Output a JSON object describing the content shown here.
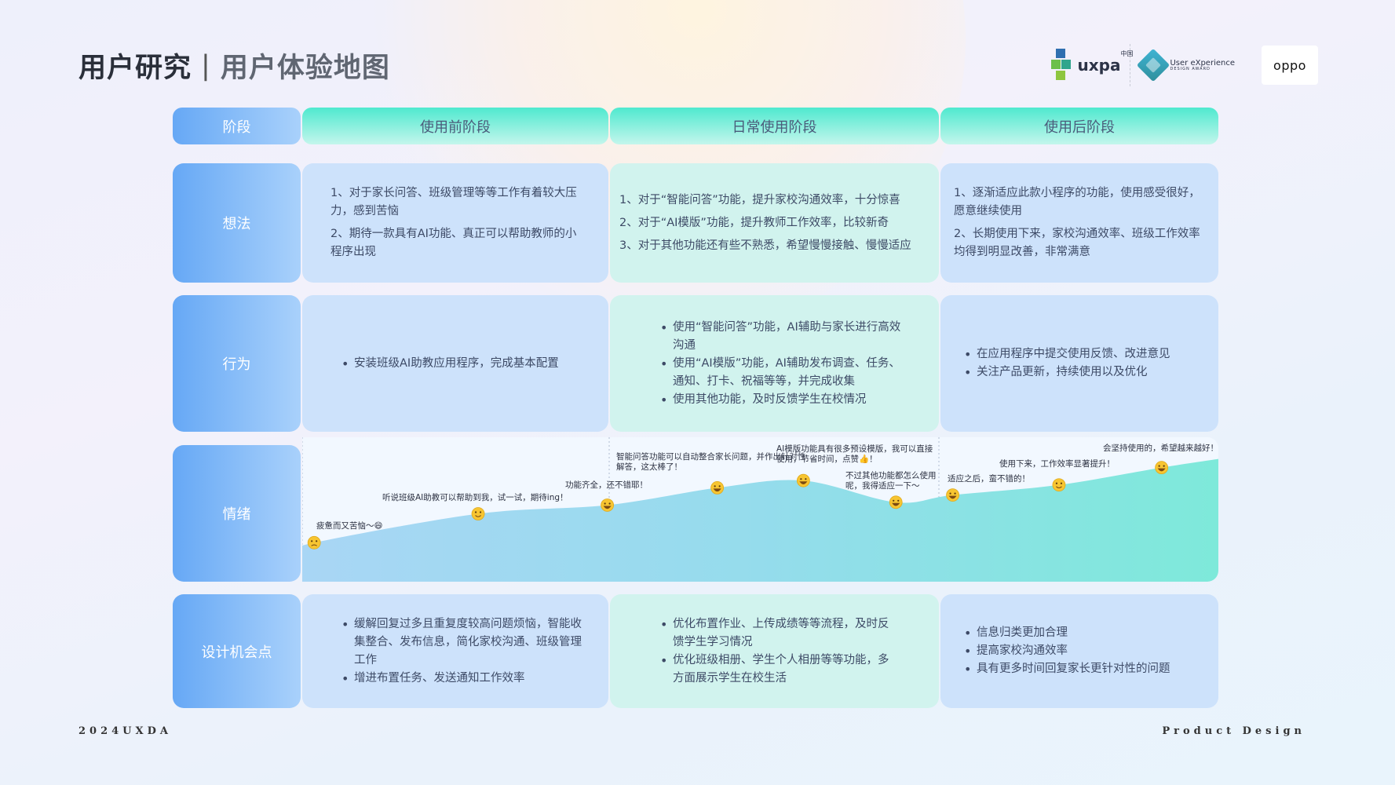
{
  "header": {
    "title_main": "用户研究",
    "separator": "|",
    "title_sub": "用户体验地图"
  },
  "logos": {
    "uxpa_text": "uxpa",
    "uxpa_tag": "中国",
    "ux_line1": "User eXperience",
    "ux_line2": "DESIGN AWARD",
    "oppo": "oppo"
  },
  "stages": {
    "label": "阶段",
    "items": [
      "使用前阶段",
      "日常使用阶段",
      "使用后阶段"
    ]
  },
  "thoughts": {
    "label": "想法",
    "before": [
      "1、对于家长问答、班级管理等等工作有着较大压力，感到苦恼",
      "2、期待一款具有AI功能、真正可以帮助教师的小程序出现"
    ],
    "daily": [
      "1、对于“智能问答”功能，提升家校沟通效率，十分惊喜",
      "2、对于“AI模版”功能，提升教师工作效率，比较新奇",
      "3、对于其他功能还有些不熟悉，希望慢慢接触、慢慢适应"
    ],
    "after": [
      "1、逐渐适应此款小程序的功能，使用感受很好，愿意继续使用",
      "2、长期使用下来，家校沟通效率、班级工作效率均得到明显改善，非常满意"
    ]
  },
  "behavior": {
    "label": "行为",
    "before": [
      "安装班级AI助教应用程序，完成基本配置"
    ],
    "daily": [
      "使用“智能问答”功能，AI辅助与家长进行高效沟通",
      "使用“AI模版”功能，AI辅助发布调查、任务、通知、打卡、祝福等等，并完成收集",
      "使用其他功能，及时反馈学生在校情况"
    ],
    "after": [
      "在应用程序中提交使用反馈、改进意见",
      "关注产品更新，持续使用以及优化"
    ]
  },
  "emotion": {
    "label": "情绪",
    "annotations": [
      "疲惫而又苦恼～😄",
      "听说班级AI助教可以帮助到我，试一试，期待ing！",
      "功能齐全，还不错耶！",
      "智能问答功能可以自动整合家长问题，并作出针对性解答，这太棒了！",
      "AI模版功能具有很多预设模版，我可以直接使用，节省时间，点赞👍！",
      "不过其他功能都怎么使用呢，我得适应一下～",
      "适应之后，蛮不错的！",
      "使用下来，工作效率显著提升！",
      "会坚持使用的，希望越来越好！"
    ],
    "points": [
      {
        "x": 0.013,
        "level": 0.27,
        "face": "sad"
      },
      {
        "x": 0.192,
        "level": 0.47,
        "face": "smile"
      },
      {
        "x": 0.333,
        "level": 0.53,
        "face": "grin"
      },
      {
        "x": 0.453,
        "level": 0.65,
        "face": "grin"
      },
      {
        "x": 0.547,
        "level": 0.7,
        "face": "grin"
      },
      {
        "x": 0.648,
        "level": 0.55,
        "face": "grin"
      },
      {
        "x": 0.71,
        "level": 0.6,
        "face": "grin"
      },
      {
        "x": 0.826,
        "level": 0.67,
        "face": "smile"
      },
      {
        "x": 0.938,
        "level": 0.79,
        "face": "grin"
      }
    ]
  },
  "design": {
    "label": "设计机会点",
    "before": [
      "缓解回复过多且重复度较高问题烦恼，智能收集整合、发布信息，简化家校沟通、班级管理工作",
      "增进布置任务、发送通知工作效率"
    ],
    "daily": [
      "优化布置作业、上传成绩等等流程，及时反馈学生学习情况",
      "优化班级相册、学生个人相册等等功能，多方面展示学生在校生活"
    ],
    "after": [
      "信息归类更加合理",
      "提高家校沟通效率",
      "具有更多时间回复家长更针对性的问题"
    ]
  },
  "footer": {
    "left": "2024UXDA",
    "right": "Product Design"
  }
}
